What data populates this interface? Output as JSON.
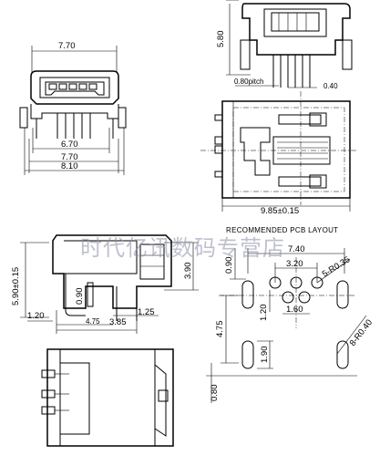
{
  "front_view": {
    "width_top": "7.70",
    "width_pins": "6.70",
    "width_inner": "7.70",
    "width_total": "8.10"
  },
  "side_view": {
    "height": "5.80",
    "pitch": "0.80pitch",
    "pin_width": "0.40"
  },
  "top_view": {
    "length": "9.85±0.15"
  },
  "section_view": {
    "total_height": "5.90±0.15",
    "upper_height": "3.90",
    "pin_height": "0.90",
    "pin_offset": "1.20",
    "body_length": "4.75",
    "body_length_total": "3.85",
    "rear_gap": "1.25"
  },
  "pcb_layout": {
    "title": "RECOMMENDED PCB LAYOUT",
    "outer_span": "7.40",
    "inner_span": "3.20",
    "hole_spec": "5-R0.35",
    "slot_spec": "8-R0.40",
    "left_offset": "0.90",
    "vertical_gap": "1.20",
    "center_pitch": "1.60",
    "row_spacing": "4.75",
    "slot_height": "1.90",
    "bottom_offset": "0.80"
  },
  "watermark": "时代亿讯数码专营店"
}
